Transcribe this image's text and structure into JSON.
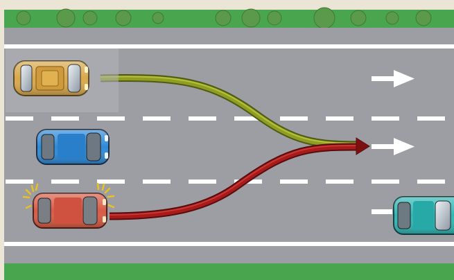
{
  "colors": {
    "page_background": "#ebe5d6",
    "grass": "#4aa54f",
    "tree": "#5a9a4a",
    "road": "#9c9ea4",
    "lane_marking": "#ffffff",
    "arrow_from_lane_1": "#7a8a1e",
    "arrow_from_lane_3": "#8e1414",
    "car_lane_1": "#d9a84a",
    "car_lane_2": "#2f8ad6",
    "car_lane_3": "#d85b45",
    "car_oncoming_merge": "#2fb7b5",
    "hazard_lights": "#e8c21e"
  },
  "icons": {
    "trees": "tree-icon",
    "direction_arrows": "right-arrow-icon",
    "hazard_lights": "hazard-flash-icon"
  },
  "scene": {
    "lanes": 3,
    "traffic_direction": "right",
    "cars": [
      {
        "id": "car-lane-1",
        "lane": 1,
        "color_key": "car_lane_1",
        "state": "changing lanes to centre"
      },
      {
        "id": "car-lane-2",
        "lane": 2,
        "color_key": "car_lane_2",
        "state": "driving straight"
      },
      {
        "id": "car-lane-3",
        "lane": 3,
        "color_key": "car_lane_3",
        "state": "hazard lights on, changing lanes to centre"
      },
      {
        "id": "car-lane-3-ahead",
        "lane": 3,
        "color_key": "car_oncoming_merge",
        "state": "ahead in lane 3"
      }
    ],
    "paths": [
      {
        "from_lane": 1,
        "to_lane": 2,
        "color_key": "arrow_from_lane_1"
      },
      {
        "from_lane": 3,
        "to_lane": 2,
        "color_key": "arrow_from_lane_3"
      }
    ]
  }
}
